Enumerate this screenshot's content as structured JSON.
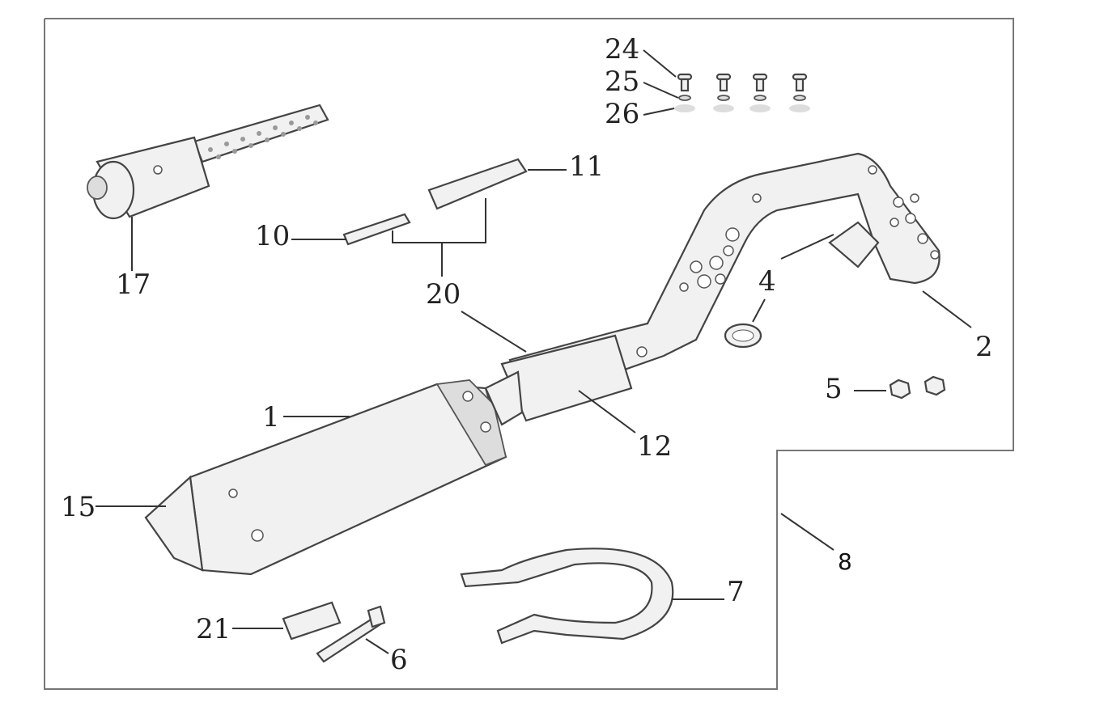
{
  "diagram": {
    "title": "Exhaust system exploded parts diagram",
    "callouts": {
      "c24": "24",
      "c25": "25",
      "c26": "26",
      "c11": "11",
      "c10": "10",
      "c17": "17",
      "c20": "20",
      "c4": "4",
      "c2": "2",
      "c5": "5",
      "c1": "1",
      "c12": "12",
      "c15": "15",
      "c8": "8",
      "c7": "7",
      "c21": "21",
      "c6": "6"
    }
  }
}
